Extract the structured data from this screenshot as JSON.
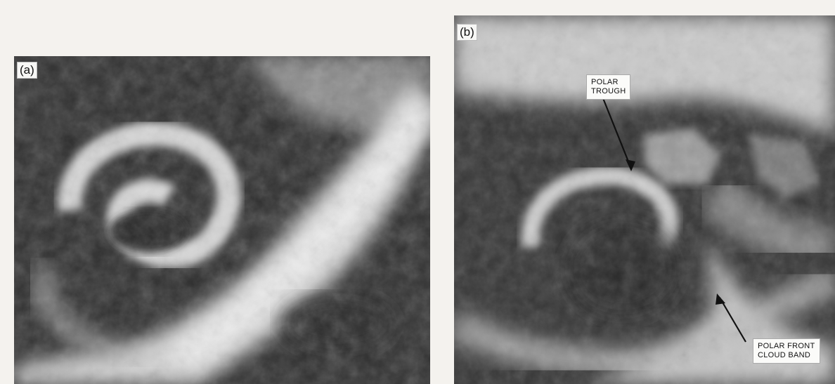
{
  "panels": [
    {
      "label": "(a)"
    },
    {
      "label": "(b)"
    }
  ],
  "annotations": {
    "polar_trough": "POLAR\nTROUGH",
    "polar_front": "POLAR FRONT\nCLOUD BAND"
  }
}
